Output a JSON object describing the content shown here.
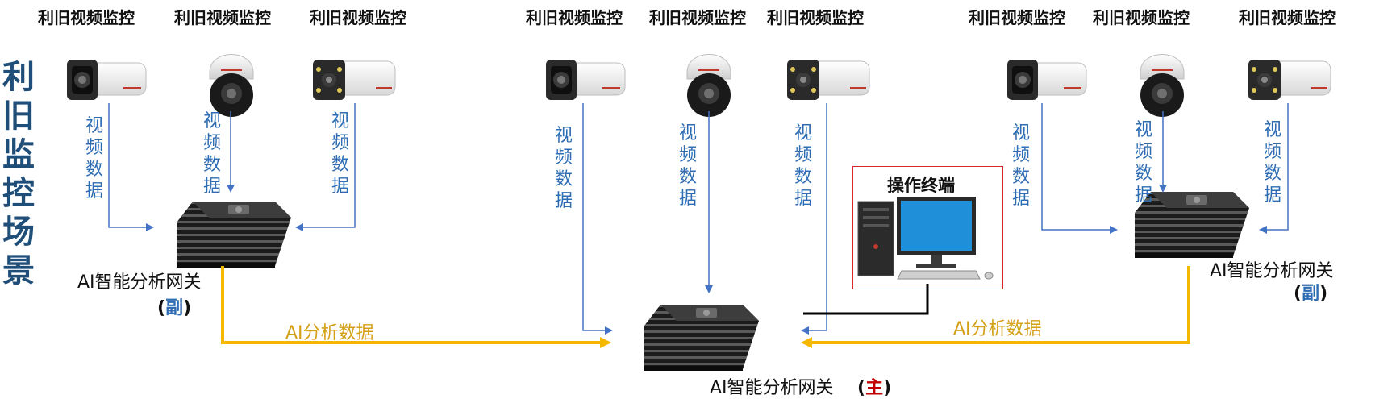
{
  "side_title": "利旧监控场景",
  "camera_titles": [
    "利旧视频监控",
    "利旧视频监控",
    "利旧视频监控",
    "利旧视频监控",
    "利旧视频监控",
    "利旧视频监控",
    "利旧视频监控",
    "利旧视频监控",
    "利旧视频监控"
  ],
  "video_data_label": "视频数据",
  "gateway_label": "AI智能分析网关",
  "gateway_role_minor": "副",
  "gateway_role_major": "主",
  "flow_label": "AI分析数据",
  "terminal_title": "操作终端",
  "colors": {
    "video_arrow": "#4472c4",
    "ai_arrow": "#f5b800",
    "terminal_border": "#d9262b",
    "side_title": "#1f4e79"
  }
}
